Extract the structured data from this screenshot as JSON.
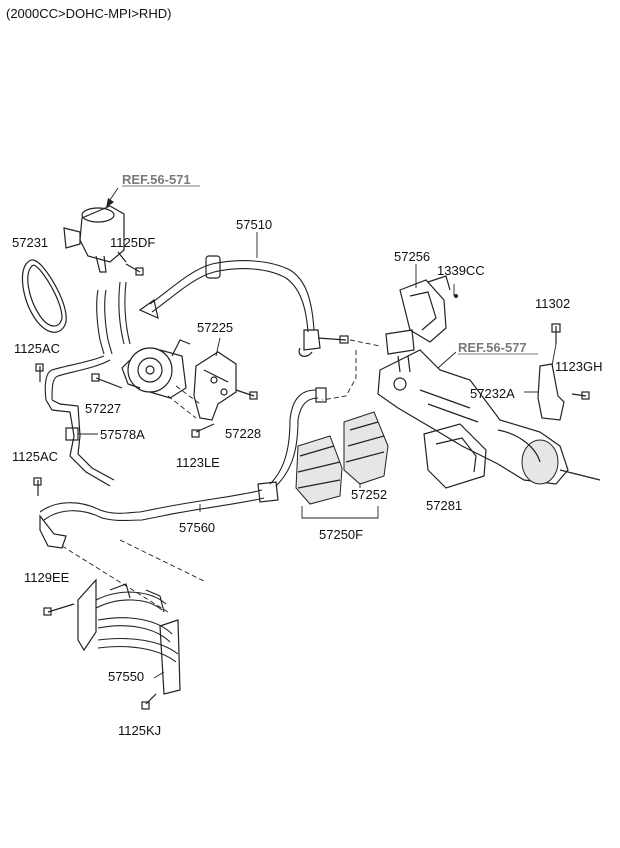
{
  "header": {
    "title": "(2000CC>DOHC-MPI>RHD)"
  },
  "refs": {
    "ref_56_571": "REF.56-571",
    "ref_56_577": "REF.56-577"
  },
  "labels": {
    "p57231": "57231",
    "p1125DF": "1125DF",
    "p57510": "57510",
    "p57256": "57256",
    "p1339CC": "1339CC",
    "p11302": "11302",
    "p1125AC_top": "1125AC",
    "p57225": "57225",
    "p1123GH": "1123GH",
    "p57227": "57227",
    "p57232A": "57232A",
    "p57578A": "57578A",
    "p57228": "57228",
    "p1123LE": "1123LE",
    "p1125AC_bottom": "1125AC",
    "p57252": "57252",
    "p57281": "57281",
    "p57560": "57560",
    "p57250F": "57250F",
    "p1129EE": "1129EE",
    "p57550": "57550",
    "p1125KJ": "1125KJ"
  }
}
